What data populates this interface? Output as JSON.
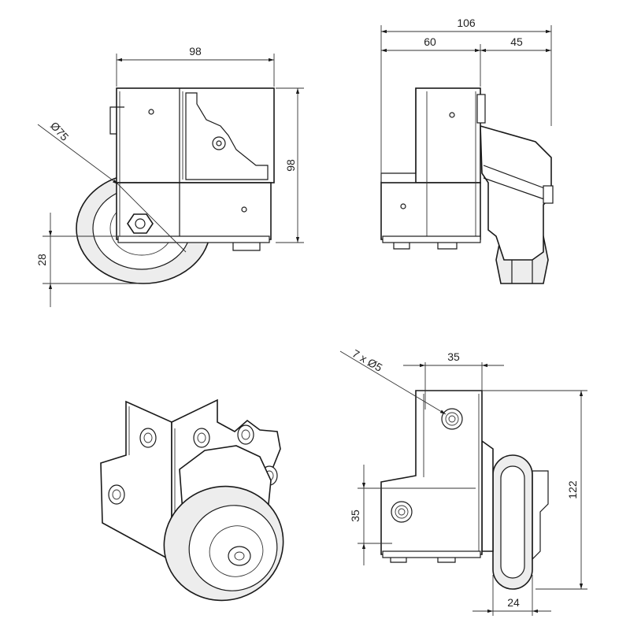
{
  "views": {
    "front": {
      "width_98": "98",
      "height_98": "98",
      "height_28": "28",
      "wheel_dia": "Ø75"
    },
    "side": {
      "total_106": "106",
      "part_60": "60",
      "part_45": "45"
    },
    "bottom": {
      "holes": "7 x Ø5",
      "spacing_h": "35",
      "spacing_v": "35",
      "height_122": "122",
      "width_24": "24"
    }
  },
  "colors": {
    "line": "#1a1a1a",
    "fill": "#ffffff",
    "shade": "#ededed"
  }
}
